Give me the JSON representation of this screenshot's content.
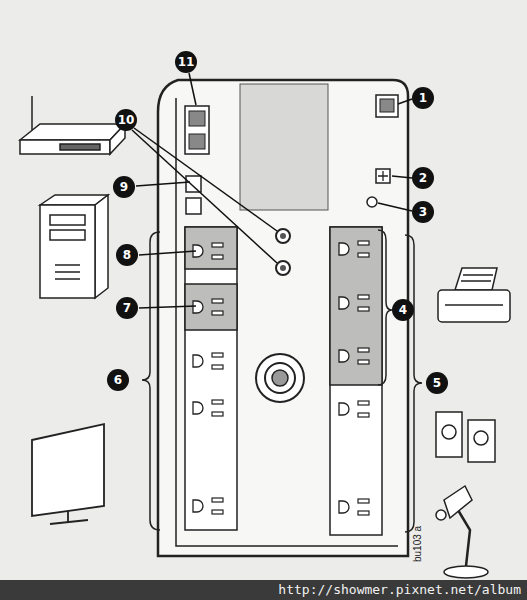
{
  "diagram": {
    "labels": [
      "1",
      "2",
      "3",
      "4",
      "5",
      "6",
      "7",
      "8",
      "9",
      "10",
      "11",
      "bu103 a",
      "http://showmer.pixnet.net/album"
    ]
  }
}
